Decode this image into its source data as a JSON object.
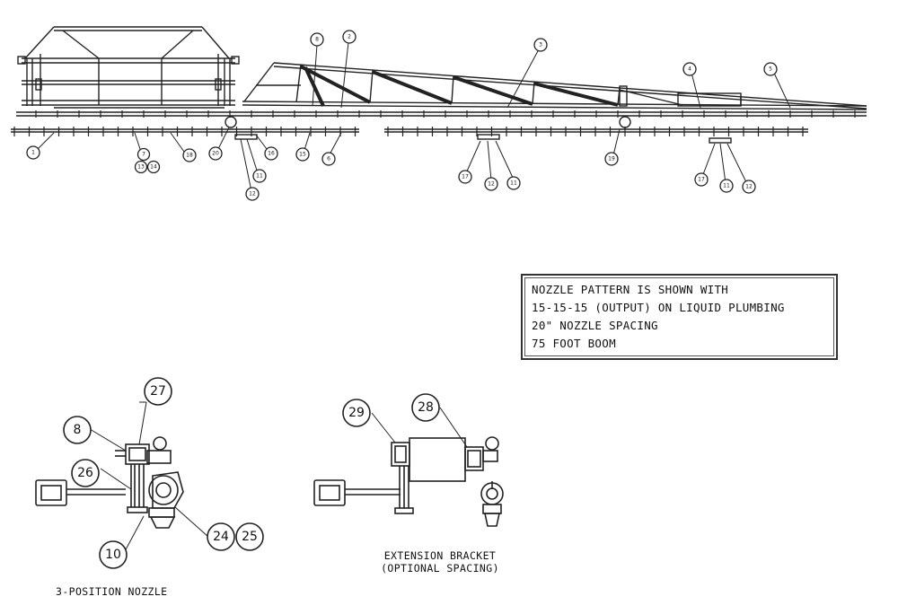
{
  "note": {
    "lines": [
      "NOZZLE PATTERN IS SHOWN WITH",
      "15-15-15 (OUTPUT) ON LIQUID PLUMBING",
      "20\" NOZZLE SPACING",
      "75 FOOT BOOM"
    ]
  },
  "labels": {
    "three_position": "3-POSITION NOZZLE",
    "extension_line1": "EXTENSION BRACKET",
    "extension_line2": "(OPTIONAL SPACING)"
  },
  "callouts": {
    "c1": "1",
    "c7": "7",
    "c13": "13",
    "c14": "14",
    "c18": "18",
    "c20": "20",
    "c16": "16",
    "c11a": "11",
    "c12a": "12",
    "c15": "15",
    "c6": "6",
    "c8top": "8",
    "c2": "2",
    "c3": "3",
    "c4": "4",
    "c5": "5",
    "c19": "19",
    "c17a": "17",
    "c12b": "12",
    "c11b": "11",
    "c17b": "17",
    "c11c": "11",
    "c12c": "12",
    "d27": "27",
    "d8": "8",
    "d26": "26",
    "d10": "10",
    "d24": "24",
    "d25": "25",
    "d29": "29",
    "d28": "28"
  }
}
